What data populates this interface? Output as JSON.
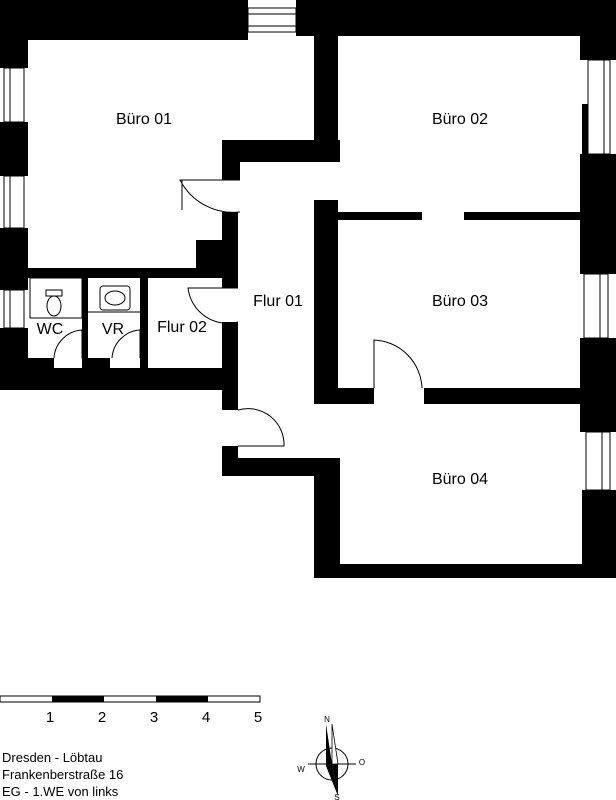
{
  "rooms": {
    "buero01": "Büro 01",
    "buero02": "Büro 02",
    "buero03": "Büro 03",
    "buero04": "Büro 04",
    "flur01": "Flur 01",
    "flur02": "Flur 02",
    "wc": "WC",
    "vr": "VR"
  },
  "scale_bar": {
    "labels": [
      "1",
      "2",
      "3",
      "4",
      "5"
    ]
  },
  "compass": {
    "n": "N",
    "s": "S",
    "w": "W",
    "o": "O"
  },
  "address": {
    "line1": "Dresden - Löbtau",
    "line2": "Frankenberstraße 16",
    "line3": "EG - 1.WE von links"
  }
}
